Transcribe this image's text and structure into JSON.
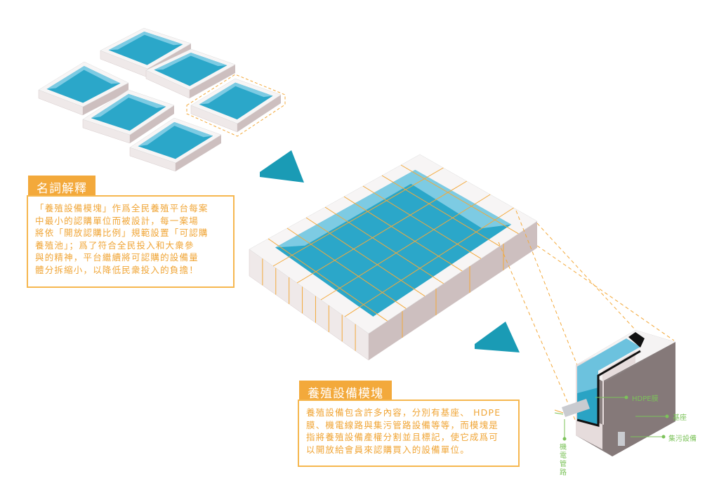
{
  "definition": {
    "title": "名詞解釋",
    "lines": [
      "「養殖設備模塊」作爲全民養殖平台每案",
      "中最小的認購單位而被設計，每一案場",
      "將依「開放認購比例」規範設置「可認購",
      "養殖池」；爲了符合全民投入和大衆參",
      "與的精神，平台繼續將可認購的設備量",
      "體分拆縮小，以降低民衆投入的負擔！"
    ]
  },
  "module": {
    "title": "養殖設備模塊",
    "lines": [
      "養殖設備包含許多內容，分別有基座、 HDPE",
      "膜、機電線路與集污管路設備等等，而模塊是",
      "指將養殖設備產權分割並且標記，使它成爲可",
      "以開放給會員來認購買入的設備單位。"
    ]
  },
  "labels": {
    "hdpe": "HDPE膜",
    "base": "基座",
    "sewage": "集污設備",
    "electric": "機電管路"
  },
  "colors": {
    "accent": "#f3a93b",
    "water": "#2ba7c9",
    "label": "#7cc35a",
    "triangle": "#1a9bb5"
  }
}
